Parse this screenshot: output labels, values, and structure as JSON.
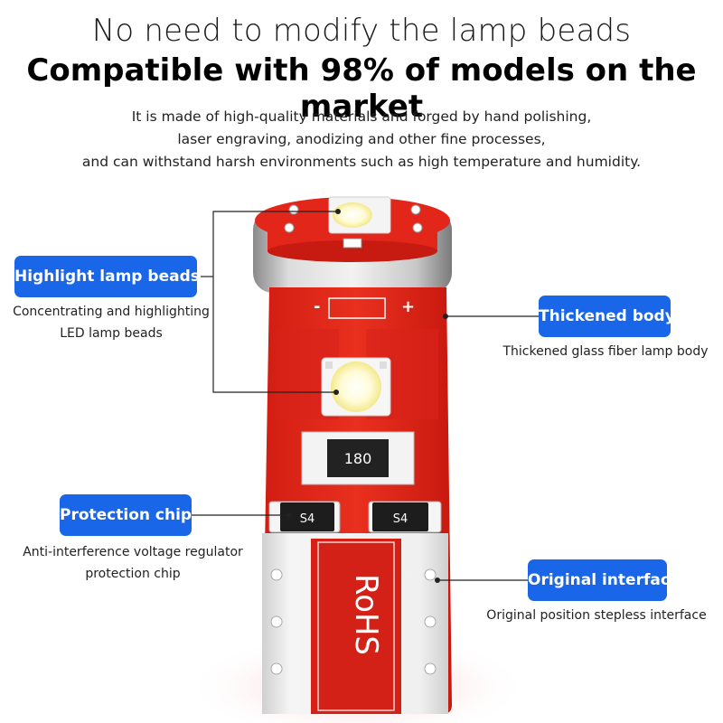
{
  "header": {
    "line1": "No need to modify the lamp beads",
    "line2": "Compatible with 98% of models on the market"
  },
  "description": [
    "It is made of high-quality materials and forged by hand polishing,",
    "laser engraving, anodizing and other fine processes,",
    "and can withstand harsh environments such as high temperature and humidity."
  ],
  "callouts": {
    "highlight": {
      "label": "Highlight lamp beads",
      "caption": [
        "Concentrating and highlighting",
        "LED lamp beads"
      ]
    },
    "thickened": {
      "label": "Thickened body",
      "caption": [
        "Thickened glass fiber lamp body"
      ]
    },
    "protection": {
      "label": "Protection chip",
      "caption": [
        "Anti-interference voltage regulator",
        "protection chip"
      ]
    },
    "interface": {
      "label": "Original interface",
      "caption": [
        "Original position stepless interface"
      ]
    }
  },
  "product": {
    "resistor_code": "180",
    "diode_code_left": "S4",
    "diode_code_right": "S4",
    "minus_sign": "-",
    "plus_sign": "+",
    "rohs_mark": "RoHS"
  },
  "colors": {
    "accent": "#1a66e8",
    "pcb_red": "#e02518",
    "pcb_dark": "#c21a10",
    "metal": "#b8b8b8"
  }
}
